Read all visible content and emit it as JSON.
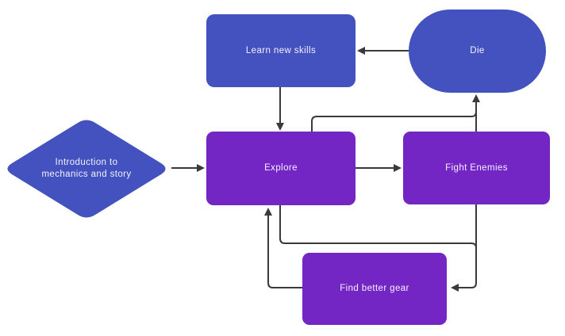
{
  "diagram": {
    "type": "flowchart",
    "colors": {
      "blue": "#4352be",
      "purple": "#7426c5",
      "arrow": "#3a3a3c",
      "text": "#f4f2fb",
      "background": "#ffffff"
    },
    "nodes": [
      {
        "id": "intro",
        "label": "Introduction to mechanics and story",
        "shape": "diamond",
        "color": "blue"
      },
      {
        "id": "learn",
        "label": "Learn new skills",
        "shape": "rounded-rect",
        "color": "blue"
      },
      {
        "id": "die",
        "label": "Die",
        "shape": "stadium",
        "color": "blue"
      },
      {
        "id": "explore",
        "label": "Explore",
        "shape": "rect",
        "color": "purple"
      },
      {
        "id": "fight",
        "label": "Fight Enemies",
        "shape": "rect",
        "color": "purple"
      },
      {
        "id": "find",
        "label": "Find better gear",
        "shape": "rect",
        "color": "purple"
      }
    ],
    "edges": [
      {
        "from": "intro",
        "to": "explore"
      },
      {
        "from": "learn",
        "to": "explore"
      },
      {
        "from": "die",
        "to": "learn"
      },
      {
        "from": "explore",
        "to": "fight"
      },
      {
        "from": "fight",
        "to": "die"
      },
      {
        "from": "explore",
        "to": "die"
      },
      {
        "from": "fight",
        "to": "find"
      },
      {
        "from": "explore",
        "to": "find"
      },
      {
        "from": "find",
        "to": "explore"
      }
    ]
  }
}
